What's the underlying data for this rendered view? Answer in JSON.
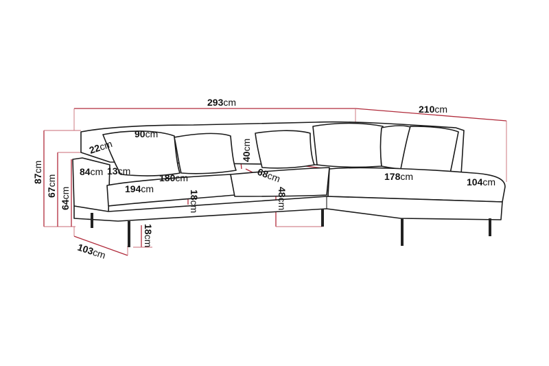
{
  "colors": {
    "outline": "#1a1a1a",
    "dimension_line": "#b02a3a",
    "background": "#ffffff"
  },
  "dimensions": {
    "total_width": {
      "value": "293",
      "unit": "cm"
    },
    "chaise_depth": {
      "value": "210",
      "unit": "cm"
    },
    "total_height": {
      "value": "87",
      "unit": "cm"
    },
    "backrest_height": {
      "value": "67",
      "unit": "cm"
    },
    "arm_height": {
      "value": "64",
      "unit": "cm"
    },
    "seat_depth_total": {
      "value": "103",
      "unit": "cm"
    },
    "back_cushion_angle": {
      "value": "22",
      "unit": "cm"
    },
    "back_cushion_width": {
      "value": "90",
      "unit": "cm"
    },
    "back_cushion_height": {
      "value": "40",
      "unit": "cm"
    },
    "arm_depth": {
      "value": "84",
      "unit": "cm"
    },
    "arm_width": {
      "value": "13",
      "unit": "cm"
    },
    "seat_width": {
      "value": "180",
      "unit": "cm"
    },
    "sofa_width": {
      "value": "194",
      "unit": "cm"
    },
    "seat_depth": {
      "value": "68",
      "unit": "cm"
    },
    "seat_thickness": {
      "value": "18",
      "unit": "cm"
    },
    "seat_height": {
      "value": "48",
      "unit": "cm"
    },
    "leg_height": {
      "value": "18",
      "unit": "cm"
    },
    "chaise_length": {
      "value": "178",
      "unit": "cm"
    },
    "chaise_width": {
      "value": "104",
      "unit": "cm"
    }
  }
}
